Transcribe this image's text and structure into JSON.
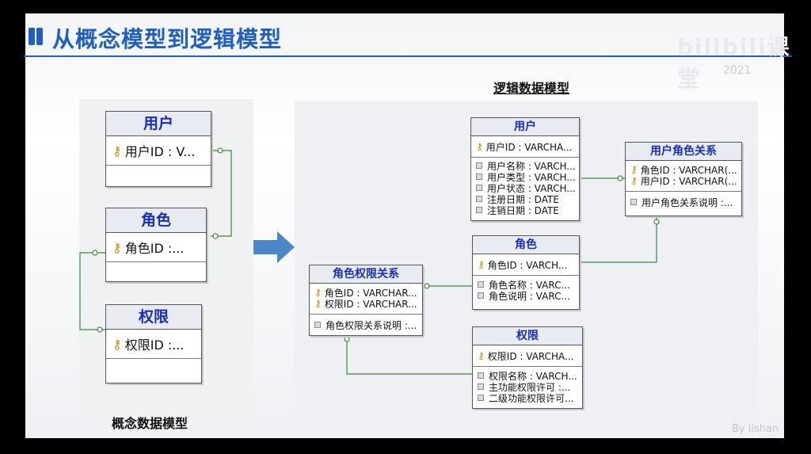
{
  "title": "从概念模型到逻辑模型",
  "logo": "bilibili课堂",
  "watermark_top": "2021",
  "byline": "By lishan",
  "conceptual": {
    "label": "概念数据模型",
    "entities": [
      {
        "name": "用户",
        "key": "用户ID : V..."
      },
      {
        "name": "角色",
        "key": "角色ID :..."
      },
      {
        "name": "权限",
        "key": "权限ID :..."
      }
    ]
  },
  "logical": {
    "label": "逻辑数据模型",
    "user": {
      "name": "用户",
      "key": "用户ID : VARCHA...",
      "attrs": [
        "用户名称 : VARCH...",
        "用户类型 : VARCH...",
        "用户状态 : VARCH...",
        "注册日期 : DATE",
        "注销日期 : DATE"
      ]
    },
    "user_role": {
      "name": "用户角色关系",
      "keys": [
        "角色ID : VARCHAR(...",
        "用户ID : VARCHAR(..."
      ],
      "attrs": [
        "用户角色关系说明 :..."
      ]
    },
    "role": {
      "name": "角色",
      "key": "角色ID : VARCH...",
      "attrs": [
        "角色名称 : VARC...",
        "角色说明 : VARC..."
      ]
    },
    "role_perm": {
      "name": "角色权限关系",
      "keys": [
        "角色ID : VARCHAR...",
        "权限ID : VARCHAR..."
      ],
      "attrs": [
        "角色权限关系说明 :..."
      ]
    },
    "perm": {
      "name": "权限",
      "key": "权限ID : VARCHA...",
      "attrs": [
        "权限名称 : VARCH...",
        "主功能权限许可 :...",
        "二级功能权限许可..."
      ]
    }
  },
  "key_icon": "key-icon",
  "colors": {
    "accent": "#1f5fbf",
    "entity_title": "#1a2eb8",
    "relation": "#3a8a3a",
    "arrow": "#4a86c8"
  }
}
